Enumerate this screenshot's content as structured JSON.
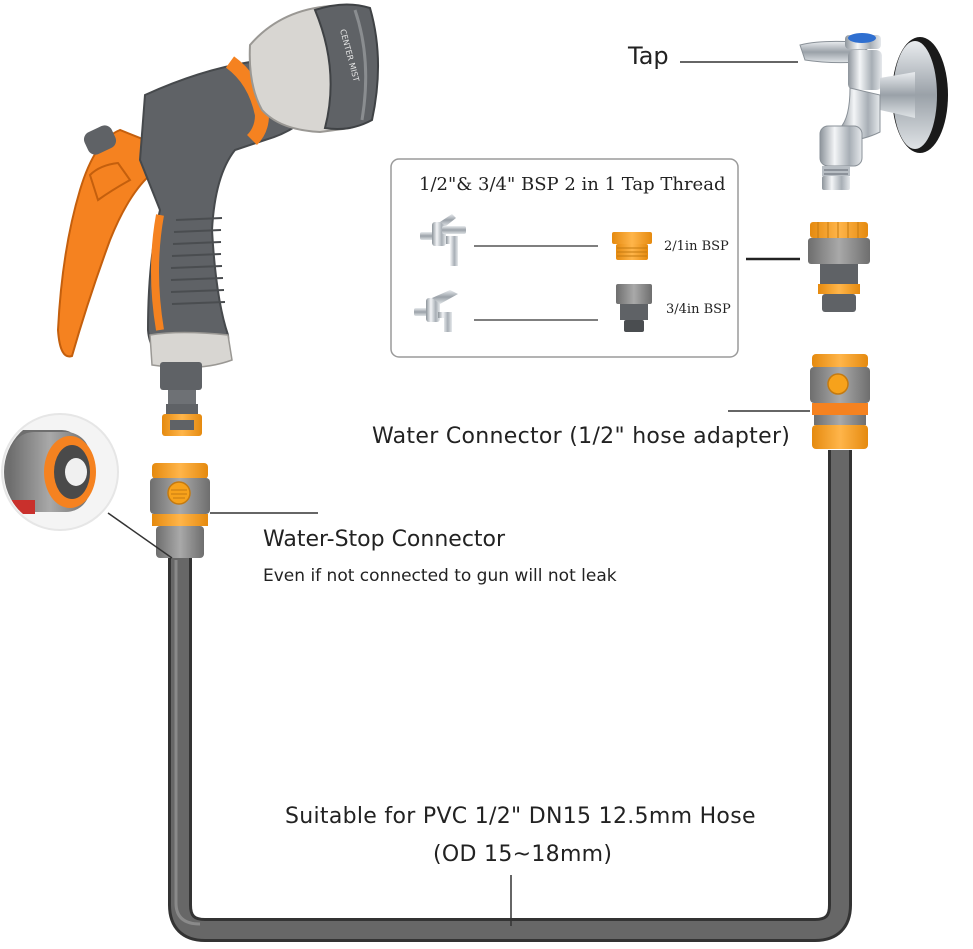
{
  "labels": {
    "tap": "Tap",
    "box_title": "1/2\"& 3/4\" BSP 2 in 1 Tap Thread",
    "half_inch_bsp": "2/1in BSP",
    "three_quarter_bsp": "3/4in BSP",
    "water_connector": "Water Connector (1/2\" hose adapter)",
    "water_stop_connector": "Water-Stop Connector",
    "water_stop_note": "Even if not connected to gun will not leak",
    "hose_suitability": "Suitable for PVC 1/2\" DN15 12.5mm Hose",
    "hose_od": "(OD 15~18mm)",
    "nozzle_dial_text": "CENTER  MIST"
  },
  "colors": {
    "accent_orange": "#F58220",
    "connector_orange": "#F7A21B",
    "hose_grey": "#5a5a5a",
    "body_grey": "#5f6266",
    "light_grey": "#d8d6d2",
    "chrome": "#c9ced4",
    "tap_blue": "#2f6fd0"
  }
}
